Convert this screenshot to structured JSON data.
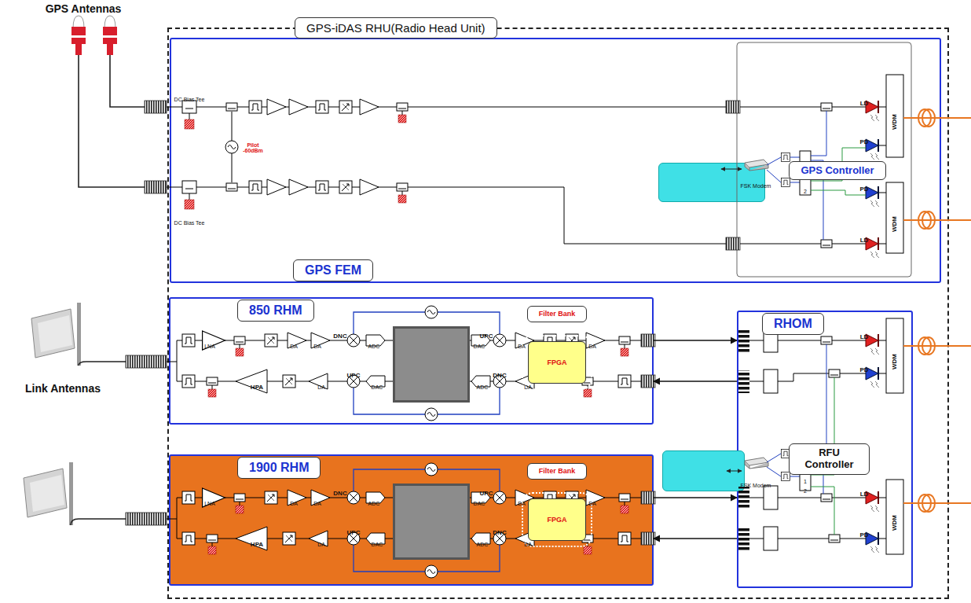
{
  "diagram": {
    "nodes": [
      {
        "text": [
          "GPS-iDAS RHU(Radio Head Unit)"
        ]
      },
      {
        "text": [
          "GPS FEM"
        ],
        "in": 0
      },
      {
        "text": [
          "GPS Controller"
        ],
        "in": 1
      },
      {
        "text": [
          "850 RHM"
        ],
        "in": 0
      },
      {
        "text": [
          "Filter Bank",
          "FPGA"
        ],
        "in": 3
      },
      {
        "text": [
          "1900 RHM"
        ],
        "in": 0
      },
      {
        "text": [
          "Filter Bank",
          "FPGA"
        ],
        "in": 5
      },
      {
        "text": [
          "RHOM"
        ],
        "in": 0
      },
      {
        "text": [
          "RFU Controller"
        ],
        "in": 0
      }
    ],
    "edges": [
      {
        "from": 3,
        "to": 7,
        "arrow": "to"
      },
      {
        "from": 7,
        "to": 3,
        "arrow": "to"
      },
      {
        "from": 5,
        "to": 7,
        "arrow": "to"
      },
      {
        "from": 7,
        "to": 5,
        "arrow": "to"
      }
    ],
    "labels": [
      "GPS Antennas",
      "DC Bias Tee",
      "Pilot -60dBm",
      "DC Bias Tee",
      "FSK Modem",
      "2",
      "LD",
      "PD",
      "WDM",
      "PD",
      "LD",
      "WDM",
      "Link Antennas",
      "LNA",
      "DA",
      "DA",
      "DNC",
      "ADC",
      "DAC",
      "UPC",
      "DA",
      "DA",
      "HPA",
      "DA",
      "UPC",
      "DAC",
      "ADC",
      "DNC",
      "DA",
      "LNA",
      "DA",
      "DA",
      "DNC",
      "ADC",
      "DAC",
      "UPC",
      "DA",
      "DA",
      "HPA",
      "DA",
      "UPC",
      "DAC",
      "ADC",
      "DNC",
      "DA",
      "FSK Modem",
      "1",
      "2",
      "LD",
      "PD",
      "WDM",
      "LD",
      "PD",
      "WDM"
    ]
  }
}
